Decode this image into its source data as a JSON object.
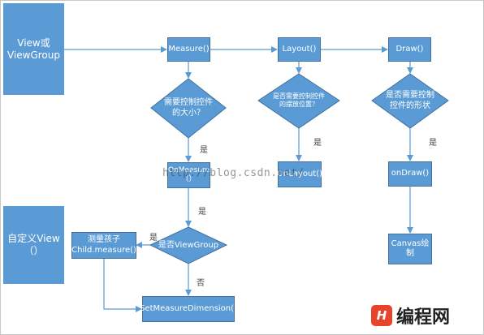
{
  "nodes": {
    "view_or_viewgroup": "View或\nViewGroup",
    "custom_view": "自定义View\n（）",
    "measure": "Measure()",
    "layout": "Layout()",
    "draw": "Draw()",
    "decision_measure": "需要控制控件\n的大小？",
    "decision_layout": "是否需要控制控件\n的摆放位置？",
    "decision_draw": "是否需要控制\n控件的形状",
    "on_measure": "OnMeasure\n（）",
    "on_layout": "OnLayout()",
    "on_draw": "onDraw()",
    "decision_viewgroup": "是否ViewGroup",
    "measure_children": "测量孩子\nChild.measure()",
    "canvas_draw": "Canvas绘\n制",
    "set_measure_dimension": "SetMeasureDimension()"
  },
  "edge_labels": {
    "yes_measure": "是",
    "yes_layout": "是",
    "yes_draw": "是",
    "yes_onmeasure": "是",
    "yes_viewgroup": "是",
    "no_viewgroup": "否"
  },
  "watermark": "http://blog.csdn.net/",
  "logo": {
    "mark": "H",
    "text": "编程网"
  },
  "colors": {
    "box": "#5b9bd5",
    "border": "#41719c",
    "arrow": "#5b9bd5",
    "text": "#ffffff"
  }
}
